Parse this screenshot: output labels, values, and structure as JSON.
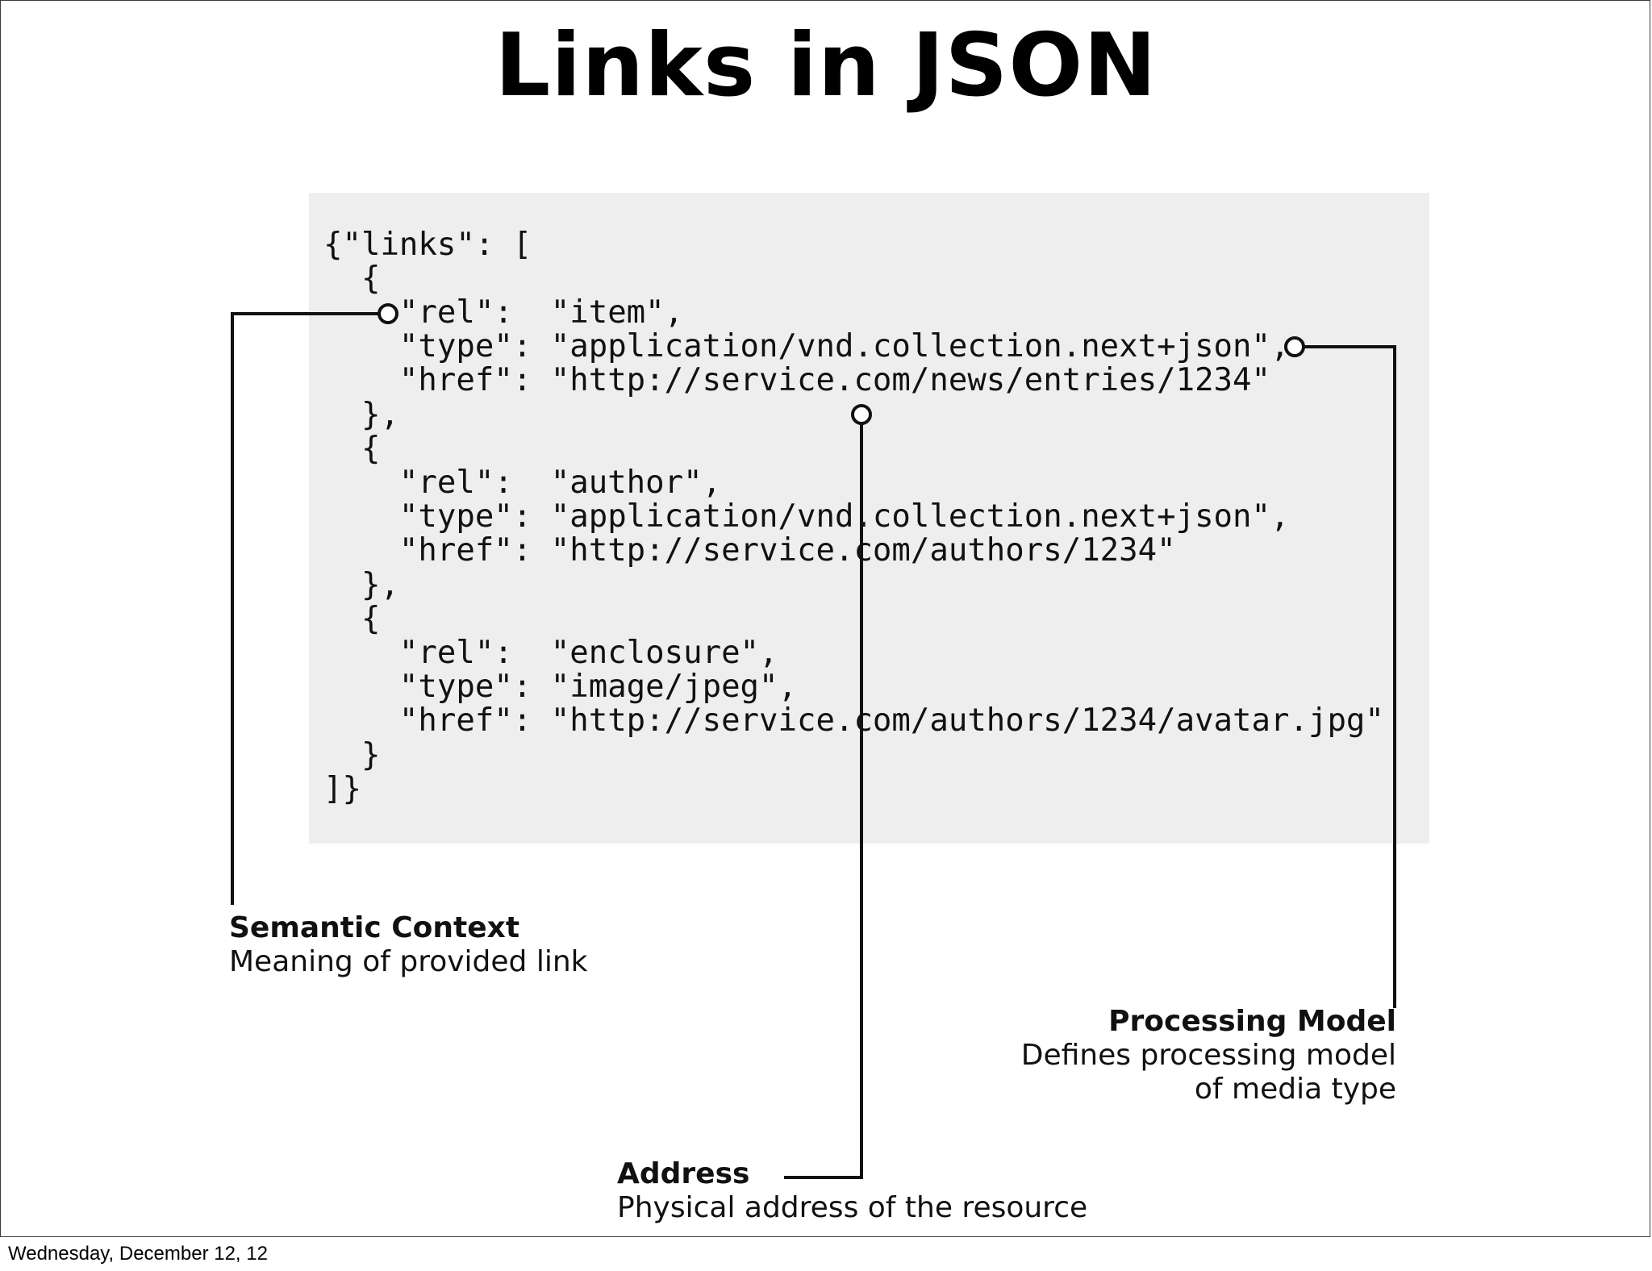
{
  "slide": {
    "title": "Links in JSON",
    "footer_date": "Wednesday, December 12, 12"
  },
  "code": {
    "lines": [
      "{\"links\": [",
      "  {",
      "    \"rel\":  \"item\",",
      "    \"type\": \"application/vnd.collection.next+json\",",
      "    \"href\": \"http://service.com/news/entries/1234\"",
      "  },",
      "  {",
      "    \"rel\":  \"author\",",
      "    \"type\": \"application/vnd.collection.next+json\",",
      "    \"href\": \"http://service.com/authors/1234\"",
      "  },",
      "  {",
      "    \"rel\":  \"enclosure\",",
      "    \"type\": \"image/jpeg\",",
      "    \"href\": \"http://service.com/authors/1234/avatar.jpg\"",
      "  }",
      "]}"
    ]
  },
  "annotations": {
    "semantic_context": {
      "heading": "Semantic Context",
      "description": "Meaning of provided link"
    },
    "processing_model": {
      "heading": "Processing Model",
      "description_line1": "Defines processing model",
      "description_line2": "of media type"
    },
    "address": {
      "heading": "Address",
      "description": "Physical address of the resource"
    }
  }
}
